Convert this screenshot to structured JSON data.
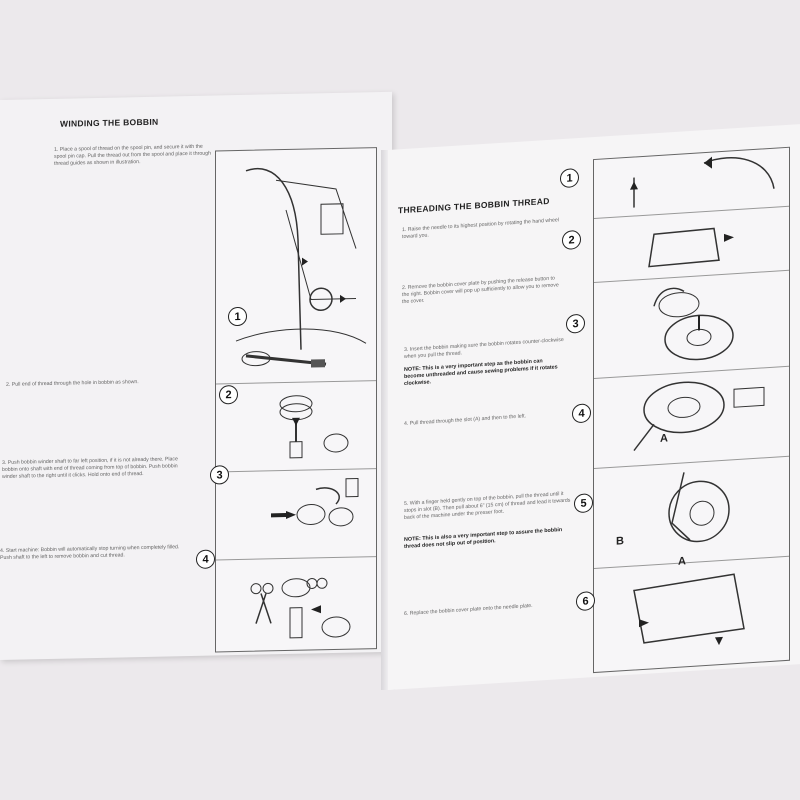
{
  "left_page": {
    "title": "WINDING THE BOBBIN",
    "steps": [
      {
        "text": "1. Place a spool of thread on the spool pin, and secure it with the spool pin cap. Pull the thread out from the spool and place it through thread guides as shown in illustration."
      },
      {
        "text": "2. Pull end of thread through the hole in bobbin as shown."
      },
      {
        "text": "3. Push bobbin winder shaft to far left position, if it is not already there. Place bobbin onto shaft with end of thread coming from top of bobbin. Push bobbin winder shaft to the right until it clicks. Hold onto end of thread."
      },
      {
        "text": "4. Start machine: Bobbin will automatically stop turning when completely filled. Push shaft to the left to remove bobbin and cut thread."
      }
    ],
    "figure_numbers": [
      "1",
      "2",
      "3",
      "4"
    ]
  },
  "right_page": {
    "title": "THREADING THE BOBBIN THREAD",
    "steps": [
      {
        "text": "1. Raise the needle to its highest position by rotating the hand wheel toward you."
      },
      {
        "text": "2. Remove the bobbin cover plate by pushing the release button to the right. Bobbin cover will pop up sufficiently to allow you to remove the cover."
      },
      {
        "text": "3. Insert the bobbin making sure the bobbin rotates counter-clockwise when you pull the thread."
      },
      {
        "text": "4. Pull thread through the slot (A) and then to the left."
      },
      {
        "text": "5. With a finger held gently on top of the bobbin, pull the thread until it stops in slot (B). Then pull about 6\" (15 cm) of thread and lead it towards back of the machine under the presser foot."
      },
      {
        "text": "6. Replace the bobbin cover plate onto the needle plate."
      }
    ],
    "note_3": "NOTE: This is a very important step as the bobbin can become unthreaded and cause sewing problems if it rotates clockwise.",
    "note_5": "NOTE: This is also a very important step to assure the bobbin thread does not slip out of position.",
    "figure_numbers": [
      "1",
      "2",
      "3",
      "4",
      "5",
      "6"
    ],
    "labels": {
      "a1": "A",
      "b": "B",
      "a2": "A"
    }
  }
}
